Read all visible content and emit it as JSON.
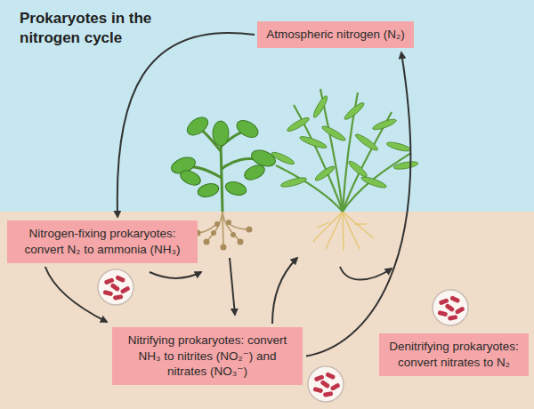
{
  "diagram": {
    "title": "Prokaryotes in the nitrogen cycle",
    "nodes": [
      {
        "text": [
          "Atmospheric nitrogen (N₂)"
        ]
      },
      {
        "text": [
          "Nitrogen-fixing prokaryotes: convert N₂ to ammonia (NH₃)"
        ]
      },
      {
        "text": [
          "Nitrifying prokaryotes: convert NH₃ to nitrites (NO₂⁻) and nitrates (NO₃⁻)"
        ]
      },
      {
        "text": [
          "Denitrifying prokaryotes: convert nitrates to N₂"
        ]
      }
    ],
    "edges": [
      {
        "from": 0,
        "to": 1,
        "arrow": "to"
      },
      {
        "from": 1,
        "to": 2,
        "arrow": "to"
      },
      {
        "from": 2,
        "to": 0,
        "arrow": "to"
      }
    ]
  }
}
